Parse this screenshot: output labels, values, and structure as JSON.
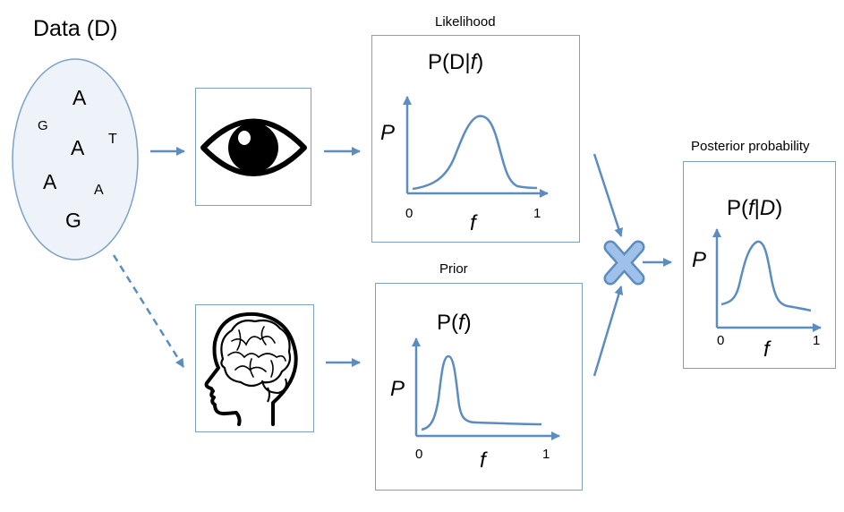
{
  "data_section": {
    "title": "Data (D)",
    "letters": [
      "A",
      "G",
      "A",
      "T",
      "A",
      "A",
      "G"
    ]
  },
  "likelihood": {
    "label": "Likelihood",
    "formula_prefix": "P(D|",
    "formula_var": "f",
    "formula_suffix": ")",
    "y_axis": "P",
    "x_axis": "f",
    "x_min": "0",
    "x_max": "1"
  },
  "prior": {
    "label": "Prior",
    "formula_prefix": "P(",
    "formula_var": "f",
    "formula_suffix": ")",
    "y_axis": "P",
    "x_axis": "f",
    "x_min": "0",
    "x_max": "1"
  },
  "posterior": {
    "label": "Posterior probability",
    "formula_prefix": "P(",
    "formula_var": "f",
    "formula_mid": "|",
    "formula_var2": "D",
    "formula_suffix": ")",
    "y_axis": "P",
    "x_axis": "f",
    "x_min": "0",
    "x_max": "1"
  },
  "icons": {
    "observation": "eye-icon",
    "belief": "brain-head-icon",
    "combine": "multiply-icon"
  },
  "colors": {
    "arrow": "#5b8cc2",
    "box_border": "#7da2c8",
    "curve": "#5b8cc2",
    "multiply": "#8fb4e3"
  }
}
